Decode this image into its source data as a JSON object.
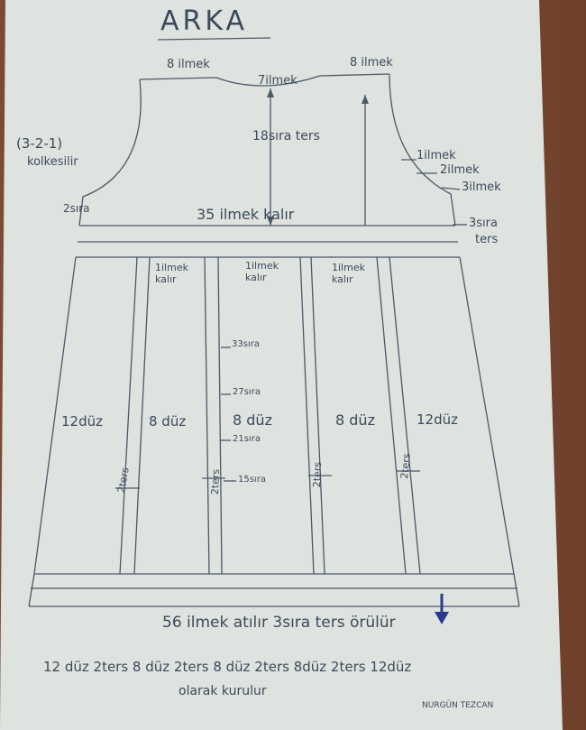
{
  "title": "ARKA",
  "top": {
    "left_shoulder": "8 ilmek",
    "neck": "7ilmek",
    "right_shoulder": "8 ilmek",
    "neck_rows": "18sıra ters"
  },
  "left_armhole": {
    "line1": "(3-2-1)",
    "line2": "kolkesilir",
    "rows": "2sıra"
  },
  "right_armhole": {
    "dec1": "1ilmek",
    "dec2": "2ilmek",
    "dec3": "3ilmek",
    "rows_a": "3sıra",
    "rows_b": "ters"
  },
  "yoke_label": "35 ilmek kalır",
  "panel_notes": [
    "1ilmek kalır",
    "1ilmek kalır",
    "1ilmek kalır"
  ],
  "row_marks": [
    "33sıra",
    "27sıra",
    "21sıra",
    "15sıra"
  ],
  "columns": [
    "12düz",
    "8 düz",
    "8 düz",
    "8 düz",
    "12düz"
  ],
  "rib_labels": [
    "2ters",
    "2ters",
    "2ters",
    "2ters"
  ],
  "bottom_line1": "56 ilmek atılır  3sıra ters  örülür",
  "bottom_line2": "12 düz 2ters 8 düz 2ters 8 düz 2ters 8düz 2ters 12düz",
  "bottom_line3": "olarak kurulur",
  "signature": "NURGÜN TEZCAN",
  "colors": {
    "ink": "#3b4a5a",
    "paper": "#dfe3df",
    "arrow": "#2a3a8a"
  }
}
